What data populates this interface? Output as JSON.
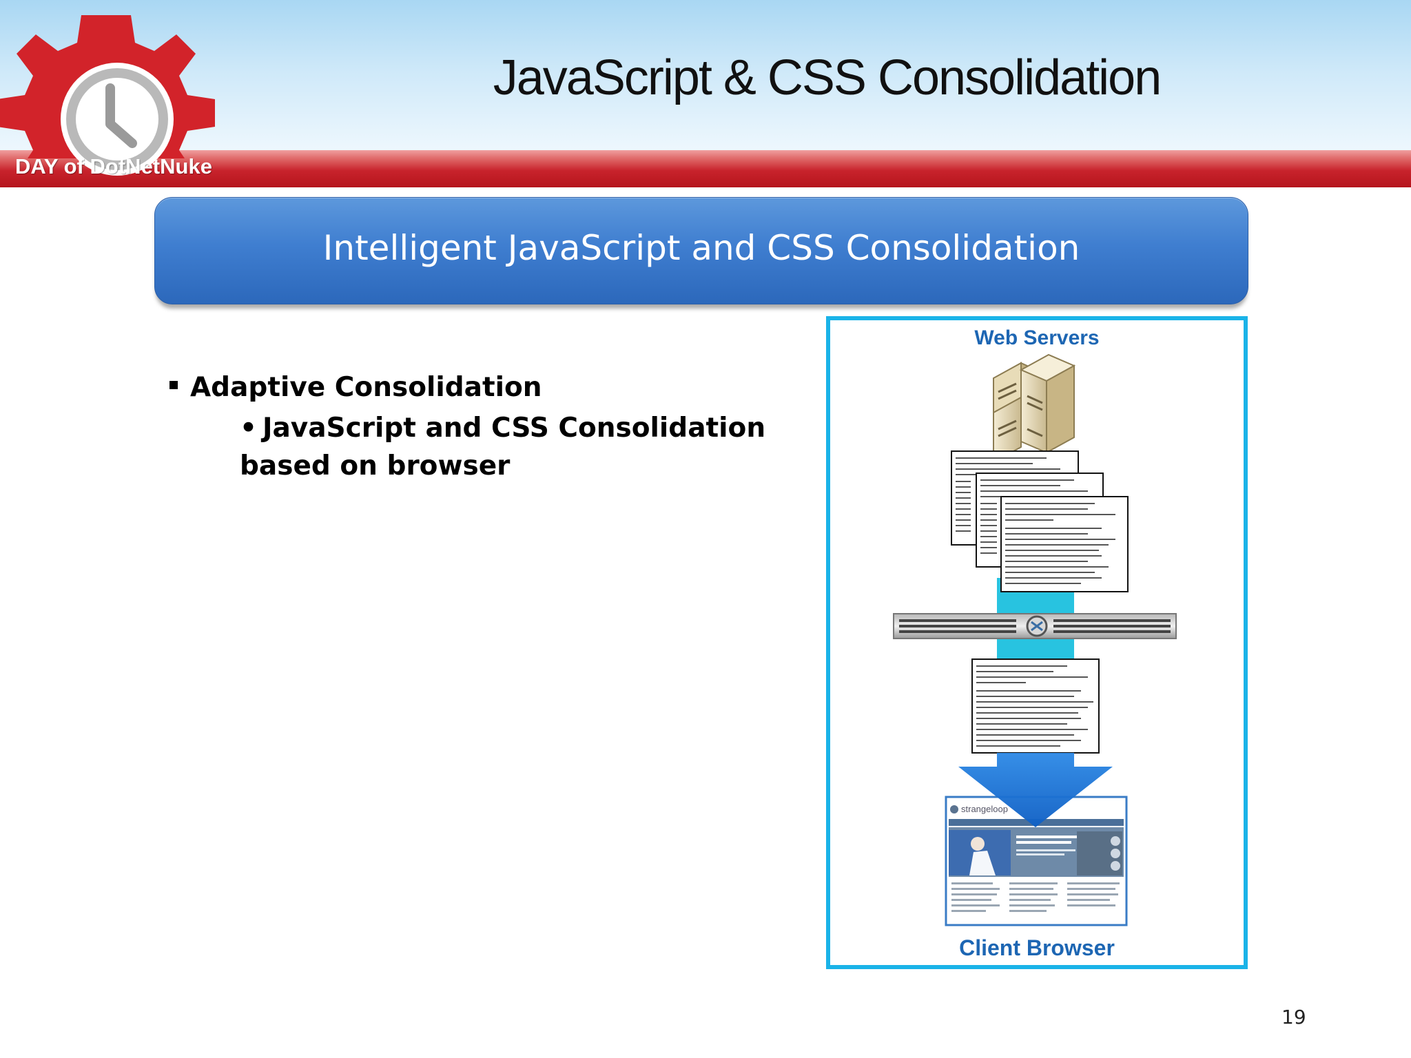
{
  "slide": {
    "title": "JavaScript & CSS Consolidation",
    "page_number": "19"
  },
  "logo": {
    "text": "DAY of DotNetNuke",
    "icon": "gear-clock-icon",
    "gear_color": "#d2232a"
  },
  "banner": {
    "text": "Intelligent JavaScript and CSS Consolidation",
    "color": "#3f7ed0"
  },
  "bullets": {
    "level1": "Adaptive Consolidation",
    "level2": "JavaScript and CSS Consolidation based on browser"
  },
  "diagram": {
    "top_label": "Web Servers",
    "bottom_label": "Client Browser",
    "border_color": "#1ab3e8",
    "label_color": "#1d66b3",
    "browser_brand": "strangeloop"
  }
}
